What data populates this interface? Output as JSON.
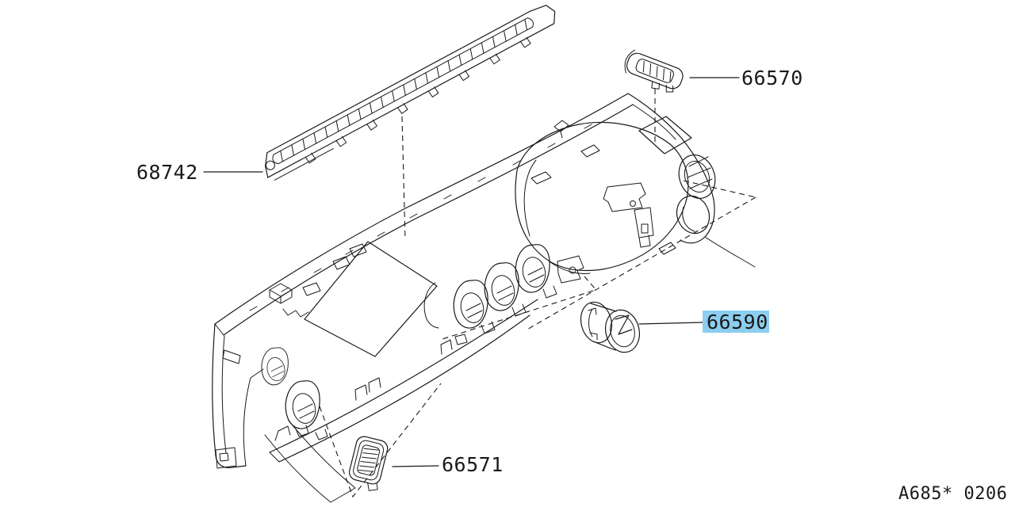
{
  "page": {
    "background": "#ffffff"
  },
  "diagram": {
    "line_color": "#1a1a1a",
    "highlight_color": "#8cceef",
    "highlight_text_color": "#3c6a8c",
    "code": "A685* 0206",
    "parts": [
      {
        "id": "68742",
        "label": "68742",
        "highlighted": false
      },
      {
        "id": "66570",
        "label": "66570",
        "highlighted": false
      },
      {
        "id": "66590",
        "label": "66590",
        "highlighted": true
      },
      {
        "id": "66571",
        "label": "66571",
        "highlighted": false
      }
    ]
  }
}
